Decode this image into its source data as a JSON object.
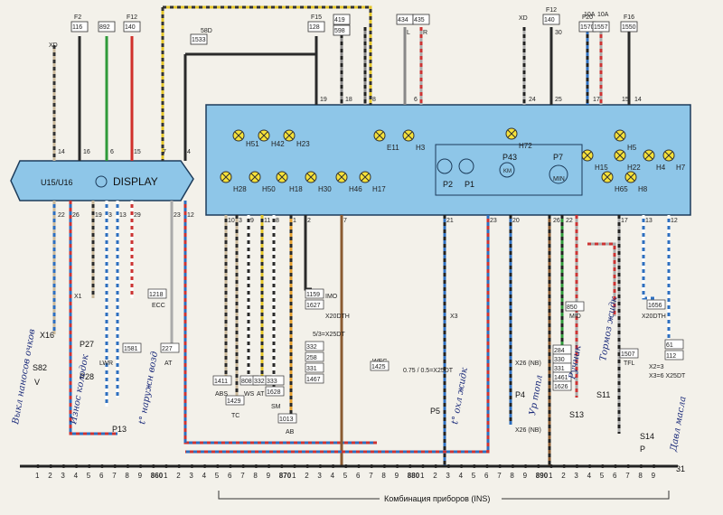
{
  "display_module": {
    "name": "U15/U16",
    "title": "DISPLAY"
  },
  "top_fuses": [
    {
      "id": "f2",
      "fuse": "F2",
      "code": "116"
    },
    {
      "id": "f892",
      "fuse": "",
      "code": "892"
    },
    {
      "id": "f12a",
      "fuse": "F12",
      "code": "140"
    },
    {
      "id": "f15",
      "fuse": "F15",
      "code": "128"
    },
    {
      "id": "f419",
      "fuse": "",
      "code": "419"
    },
    {
      "id": "f598",
      "fuse": "",
      "code": "598"
    },
    {
      "id": "f434",
      "fuse": "",
      "code": "434"
    },
    {
      "id": "f435",
      "fuse": "",
      "code": "435"
    },
    {
      "id": "f12b",
      "fuse": "F12",
      "code": "140"
    },
    {
      "id": "f20",
      "fuse": "F20",
      "code": "1570"
    },
    {
      "id": "f1557",
      "fuse": "",
      "code": "1557"
    },
    {
      "id": "f16",
      "fuse": "F16",
      "code": "1550"
    },
    {
      "id": "f1533",
      "fuse": "",
      "code": "1533"
    }
  ],
  "top_marks": {
    "xd1": "XD",
    "xd2": "XD",
    "t58d": "58D",
    "l": "L",
    "r": "R",
    "a10a": "10A",
    "b10a": "10A",
    "n30": "30"
  },
  "cluster_lamps": [
    "H51",
    "H42",
    "H23",
    "H28",
    "H50",
    "H18",
    "H30",
    "H46",
    "H17",
    "E11",
    "H3",
    "H72",
    "H15",
    "H22",
    "H5",
    "H65",
    "H8",
    "H4",
    "H7"
  ],
  "cluster_gauges": {
    "p43": "P43",
    "p7": "P7",
    "p2": "P2",
    "p1": "P1",
    "km": "KM",
    "min": "MIN"
  },
  "wire_numbers": [
    "14",
    "16",
    "6",
    "15",
    "7",
    "4",
    "19",
    "18",
    "8",
    "6",
    "24",
    "25",
    "17",
    "15",
    "14",
    "22",
    "26",
    "19",
    "3",
    "13",
    "29",
    "23",
    "12",
    "10",
    "3",
    "9",
    "11",
    "8",
    "1",
    "2",
    "7",
    "21",
    "23",
    "20",
    "26",
    "22",
    "17",
    "13",
    "12"
  ],
  "gauge_labels": {
    "abs": "ABS",
    "tc": "TC",
    "ws": "WS",
    "at": "AT",
    "sm": "SM",
    "ab": "AB",
    "imo": "IMO",
    "weg": "WEG",
    "ecc": "ECC",
    "lwr": "LWR",
    "at2": "AT",
    "mid": "MID",
    "tfl": "TFL",
    "x20dth": "X20DTH",
    "x20dth2": "X20DTH",
    "x25dt": "5/3=X25DT",
    "x26nb": "X26 (NB)",
    "x26nb2": "X26 (NB)",
    "sep": "0.75 / 0.5=X25DT",
    "x23": "X2=3",
    "x36": "X3=6 X25DT",
    "x1": "X1",
    "x3": "X3"
  },
  "part_codes": [
    "1411",
    "1429",
    "808",
    "332",
    "333",
    "1628",
    "1159",
    "1627",
    "1013",
    "332",
    "258",
    "331",
    "1467",
    "1218",
    "1581",
    "227",
    "1425",
    "850",
    "284",
    "330",
    "331",
    "1461",
    "1626",
    "1656",
    "1507",
    "61",
    "112"
  ],
  "components": {
    "s82": "S82",
    "x16": "X16",
    "p27": "P27",
    "p28": "P28",
    "p13": "P13",
    "p5": "P5",
    "s13": "S13",
    "s11": "S11",
    "s14": "S14",
    "p4": "P4",
    "v": "V",
    "p": "P"
  },
  "handwritten": {
    "h1": "Выкл наносов очков",
    "h2": "Износ колодок",
    "h3": "t° наружн возд",
    "h4": "t° охл жидк",
    "h5": "Ур топл",
    "h6": "Ручник",
    "h7": "Тормоз жидк",
    "h8": "Давл масла"
  },
  "bottom_numbers": [
    "1",
    "2",
    "3",
    "4",
    "5",
    "6",
    "7",
    "8",
    "9",
    "860",
    "1",
    "2",
    "3",
    "4",
    "5",
    "6",
    "7",
    "8",
    "9",
    "870",
    "1",
    "2",
    "3",
    "4",
    "5",
    "6",
    "7",
    "8",
    "9",
    "880",
    "1",
    "2",
    "3",
    "4",
    "5",
    "6",
    "7",
    "8",
    "9",
    "890",
    "1",
    "2",
    "3",
    "4",
    "5",
    "6",
    "7",
    "8",
    "9"
  ],
  "bottom_31": "31",
  "footer_label": "Комбинация приборов (INS)"
}
